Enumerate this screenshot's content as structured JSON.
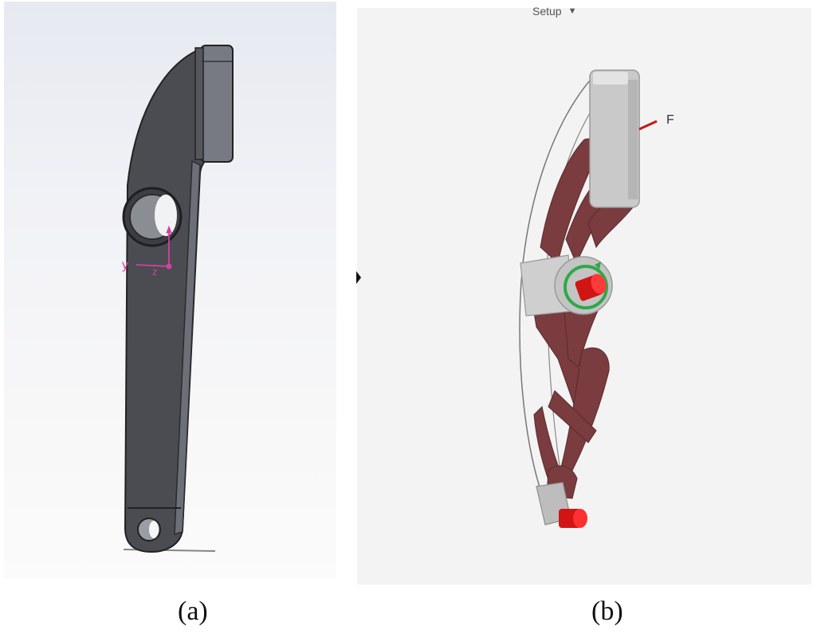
{
  "figure": {
    "panels": [
      {
        "id": "a",
        "caption": "(a)",
        "description": "CAD model of lever arm (original design)",
        "axis_labels": {
          "y": "y",
          "z": "z"
        },
        "colors": {
          "part": "#4a4c52",
          "edge": "#2a2b2f",
          "background_top": "#e6e9f0",
          "triad": "#d63fa0"
        }
      },
      {
        "id": "b",
        "caption": "(b)",
        "description": "Topology optimized lever arm with loads and constraints",
        "toolbar": {
          "setup_label": "Setup",
          "dropdown_icon": "triangle-down"
        },
        "load_label": "F",
        "colors": {
          "background": "#f3f3f3",
          "optimized_body": "#7a3c3f",
          "preserve_region": "#c9c9c9",
          "constraint_pin": "#e01515",
          "moment_ring": "#2fa84a",
          "load_arrow": "#c41a1a"
        }
      }
    ]
  }
}
